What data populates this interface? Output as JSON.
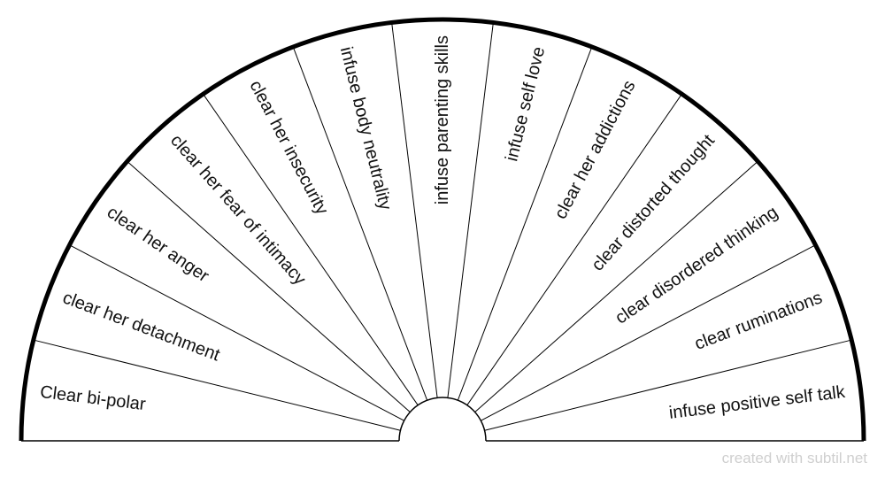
{
  "chart_data": {
    "type": "pie",
    "layout": "semicircle",
    "segments": [
      "Clear bi-polar",
      "clear her detachment",
      "clear her anger",
      "clear her fear of intimacy",
      "clear her insecurity",
      "infuse body neutrality",
      "infuse parenting skills",
      "infuse self love",
      "clear her addictions",
      "clear distorted thought",
      "clear disordered thinking",
      "clear ruminations",
      "infuse positive self talk"
    ]
  },
  "footer": {
    "credit": "created with subtil.net"
  },
  "colors": {
    "line": "#000000",
    "text": "#111111",
    "watermark": "#cfcfcf",
    "background": "#ffffff"
  }
}
